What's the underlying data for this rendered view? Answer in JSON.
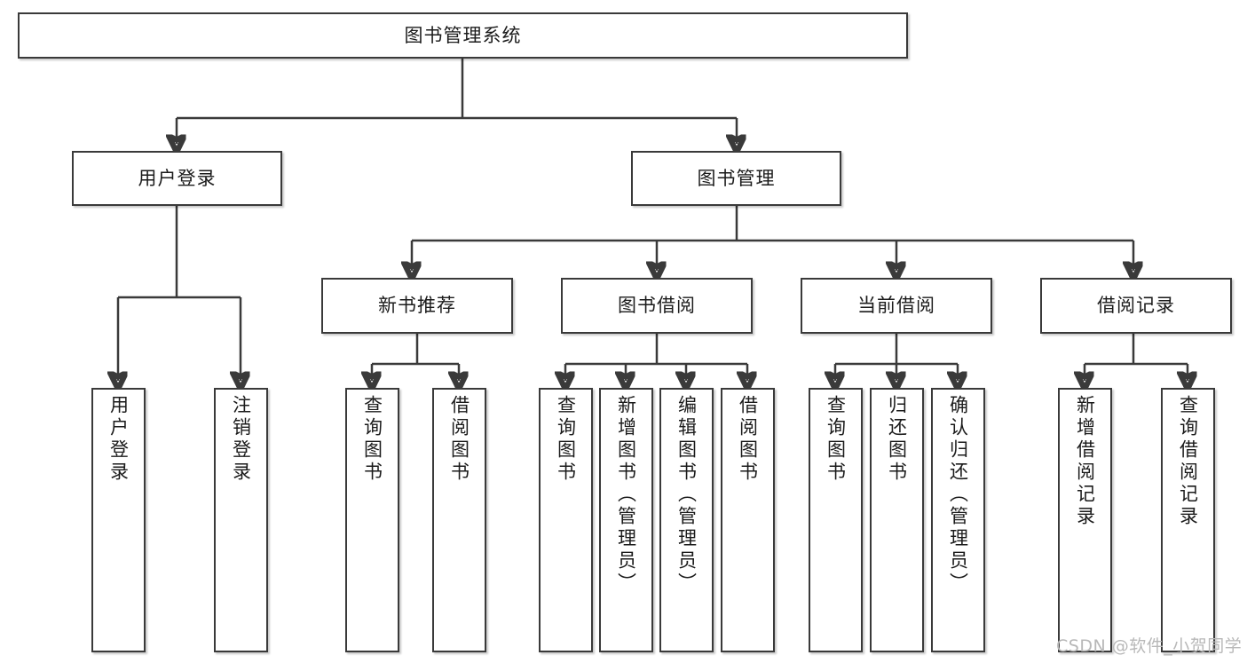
{
  "diagram": {
    "title": "图书管理系统",
    "type": "tree-hierarchy-diagram",
    "watermark": "CSDN @软件_小贺同学",
    "root": {
      "label": "图书管理系统"
    },
    "level1": [
      {
        "label": "用户登录"
      },
      {
        "label": "图书管理"
      }
    ],
    "level2": [
      {
        "label": "新书推荐"
      },
      {
        "label": "图书借阅"
      },
      {
        "label": "当前借阅"
      },
      {
        "label": "借阅记录"
      }
    ],
    "leaves": {
      "user_login": [
        {
          "label": "用户登录"
        },
        {
          "label": "注销登录"
        }
      ],
      "new_book_recommend": [
        {
          "label": "查询图书"
        },
        {
          "label": "借阅图书"
        }
      ],
      "book_borrow": [
        {
          "label": "查询图书"
        },
        {
          "label": "新增图书（管理员）"
        },
        {
          "label": "编辑图书（管理员）"
        },
        {
          "label": "借阅图书"
        }
      ],
      "current_borrow": [
        {
          "label": "查询图书"
        },
        {
          "label": "归还图书"
        },
        {
          "label": "确认归还（管理员）"
        }
      ],
      "borrow_record": [
        {
          "label": "新增借阅记录"
        },
        {
          "label": "查询借阅记录"
        }
      ]
    }
  },
  "colors": {
    "stroke": "#3a3a3a",
    "text": "#1b1b1b",
    "background": "#ffffff",
    "watermark": "#b8b8b8"
  }
}
